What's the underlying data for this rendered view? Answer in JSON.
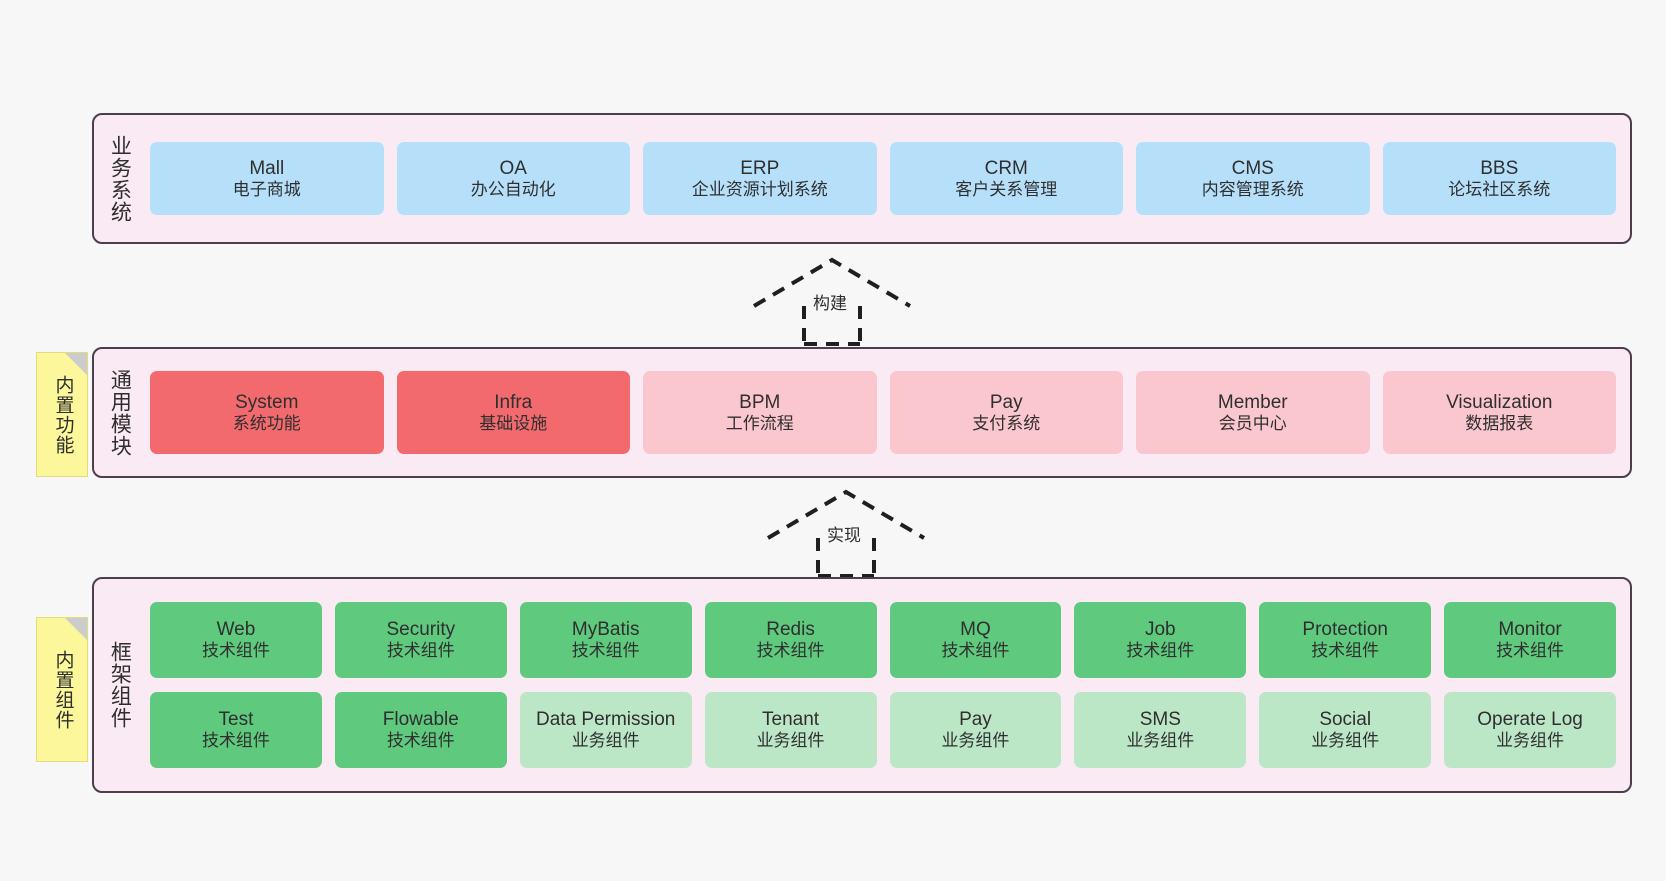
{
  "diagram": {
    "background_color": "#f7f7f7",
    "panel_background": "#faeaf4",
    "panel_border": "#4a3f4a"
  },
  "notes": [
    {
      "label": "内置功能",
      "color": "#fbf79a"
    },
    {
      "label": "内置组件",
      "color": "#fbf79a"
    }
  ],
  "arrows": [
    {
      "label": "构建",
      "style": "dashed-generalization"
    },
    {
      "label": "实现",
      "style": "dashed-generalization"
    }
  ],
  "panels": [
    {
      "id": "business",
      "title": "业务系统",
      "color": "#b6e0fa",
      "rows": [
        [
          {
            "name": "Mall",
            "desc": "电子商城",
            "color": "#b6e0fa"
          },
          {
            "name": "OA",
            "desc": "办公自动化",
            "color": "#b6e0fa"
          },
          {
            "name": "ERP",
            "desc": "企业资源计划系统",
            "color": "#b6e0fa"
          },
          {
            "name": "CRM",
            "desc": "客户关系管理",
            "color": "#b6e0fa"
          },
          {
            "name": "CMS",
            "desc": "内容管理系统",
            "color": "#b6e0fa"
          },
          {
            "name": "BBS",
            "desc": "论坛社区系统",
            "color": "#b6e0fa"
          }
        ]
      ]
    },
    {
      "id": "modules",
      "title": "通用模块",
      "rows": [
        [
          {
            "name": "System",
            "desc": "系统功能",
            "color": "#f26a6e"
          },
          {
            "name": "Infra",
            "desc": "基础设施",
            "color": "#f26a6e"
          },
          {
            "name": "BPM",
            "desc": "工作流程",
            "color": "#fbc7ce"
          },
          {
            "name": "Pay",
            "desc": "支付系统",
            "color": "#fbc7ce"
          },
          {
            "name": "Member",
            "desc": "会员中心",
            "color": "#fbc7ce"
          },
          {
            "name": "Visualization",
            "desc": "数据报表",
            "color": "#fbc7ce"
          }
        ]
      ]
    },
    {
      "id": "framework",
      "title": "框架组件",
      "rows": [
        [
          {
            "name": "Web",
            "desc": "技术组件",
            "color": "#5fc97e"
          },
          {
            "name": "Security",
            "desc": "技术组件",
            "color": "#5fc97e"
          },
          {
            "name": "MyBatis",
            "desc": "技术组件",
            "color": "#5fc97e"
          },
          {
            "name": "Redis",
            "desc": "技术组件",
            "color": "#5fc97e"
          },
          {
            "name": "MQ",
            "desc": "技术组件",
            "color": "#5fc97e"
          },
          {
            "name": "Job",
            "desc": "技术组件",
            "color": "#5fc97e"
          },
          {
            "name": "Protection",
            "desc": "技术组件",
            "color": "#5fc97e"
          },
          {
            "name": "Monitor",
            "desc": "技术组件",
            "color": "#5fc97e"
          }
        ],
        [
          {
            "name": "Test",
            "desc": "技术组件",
            "color": "#5fc97e"
          },
          {
            "name": "Flowable",
            "desc": "技术组件",
            "color": "#5fc97e"
          },
          {
            "name": "Data Permission",
            "desc": "业务组件",
            "color": "#bce7c7"
          },
          {
            "name": "Tenant",
            "desc": "业务组件",
            "color": "#bce7c7"
          },
          {
            "name": "Pay",
            "desc": "业务组件",
            "color": "#bce7c7"
          },
          {
            "name": "SMS",
            "desc": "业务组件",
            "color": "#bce7c7"
          },
          {
            "name": "Social",
            "desc": "业务组件",
            "color": "#bce7c7"
          },
          {
            "name": "Operate Log",
            "desc": "业务组件",
            "color": "#bce7c7"
          }
        ]
      ]
    }
  ]
}
